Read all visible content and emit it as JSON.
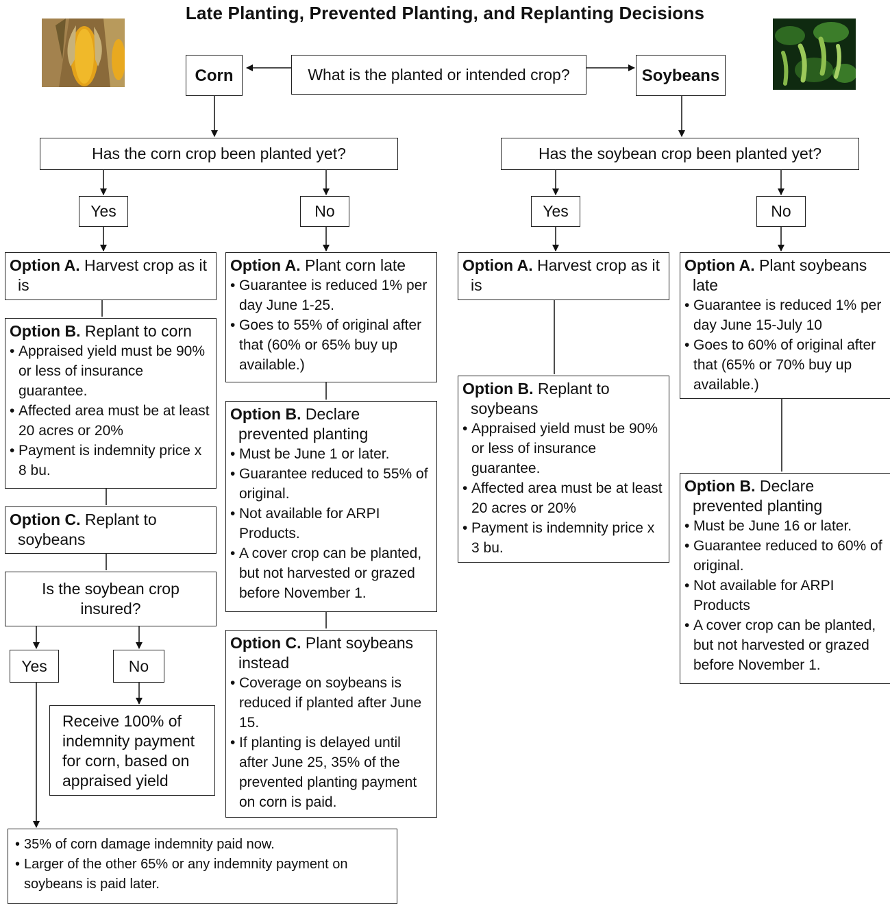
{
  "title": "Late Planting, Prevented Planting, and Replanting Decisions",
  "question_crop": "What is the planted or intended crop?",
  "corn_label": "Corn",
  "soy_label": "Soybeans",
  "corn_planted_q": "Has the corn crop been planted yet?",
  "soy_planted_q": "Has the soybean crop been planted yet?",
  "yes": "Yes",
  "no": "No",
  "corn_yes": {
    "optA_tag": "Option A.",
    "optA_text": " Harvest crop as it is",
    "optB_tag": "Option B.",
    "optB_text": " Replant to corn",
    "optB_bullets": [
      "Appraised yield must be 90% or less of insurance guarantee.",
      "Affected area must be at least 20 acres or 20%",
      "Payment is indemnity price x 8 bu."
    ],
    "optC_tag": "Option C.",
    "optC_text": " Replant to soybeans",
    "soy_insured_q": "Is the soybean crop insured?",
    "receive_text": "Receive 100% of indemnity payment for corn, based on appraised yield",
    "final_bullets": [
      "35% of corn damage indemnity paid now.",
      "Larger of the other 65% or any indemnity payment on soybeans is paid later."
    ]
  },
  "corn_no": {
    "optA_tag": "Option A.",
    "optA_text": " Plant corn late",
    "optA_bullets": [
      "Guarantee is reduced 1% per day June 1-25.",
      "Goes to 55% of original after that (60% or 65% buy up available.)"
    ],
    "optB_tag": "Option B.",
    "optB_text": " Declare prevented planting",
    "optB_bullets": [
      "Must be June 1 or later.",
      "Guarantee reduced to 55% of original.",
      "Not available for ARPI Products.",
      "A cover crop can be planted, but not harvested or grazed before November 1."
    ],
    "optC_tag": "Option C.",
    "optC_text": " Plant soybeans instead",
    "optC_bullets": [
      "Coverage on soybeans is reduced if planted after June 15.",
      "If planting is delayed until after June 25, 35% of the prevented planting payment on corn is paid."
    ]
  },
  "soy_yes": {
    "optA_tag": "Option A.",
    "optA_text": " Harvest crop as it is",
    "optB_tag": "Option B.",
    "optB_text": " Replant to soybeans",
    "optB_bullets": [
      "Appraised yield must be 90% or less of insurance guarantee.",
      "Affected area must be at least 20 acres or 20%",
      "Payment is indemnity price x 3 bu."
    ]
  },
  "soy_no": {
    "optA_tag": "Option A.",
    "optA_text": " Plant soybeans late",
    "optA_bullets": [
      "Guarantee is reduced 1% per day June 15-July 10",
      "Goes to 60% of original after that (65% or 70% buy up available.)"
    ],
    "optB_tag": "Option B.",
    "optB_text": " Declare prevented planting",
    "optB_bullets": [
      "Must be June 16 or later.",
      "Guarantee reduced to 60% of original.",
      "Not available for ARPI Products",
      "A cover crop can be planted, but not harvested or grazed before November 1."
    ]
  }
}
